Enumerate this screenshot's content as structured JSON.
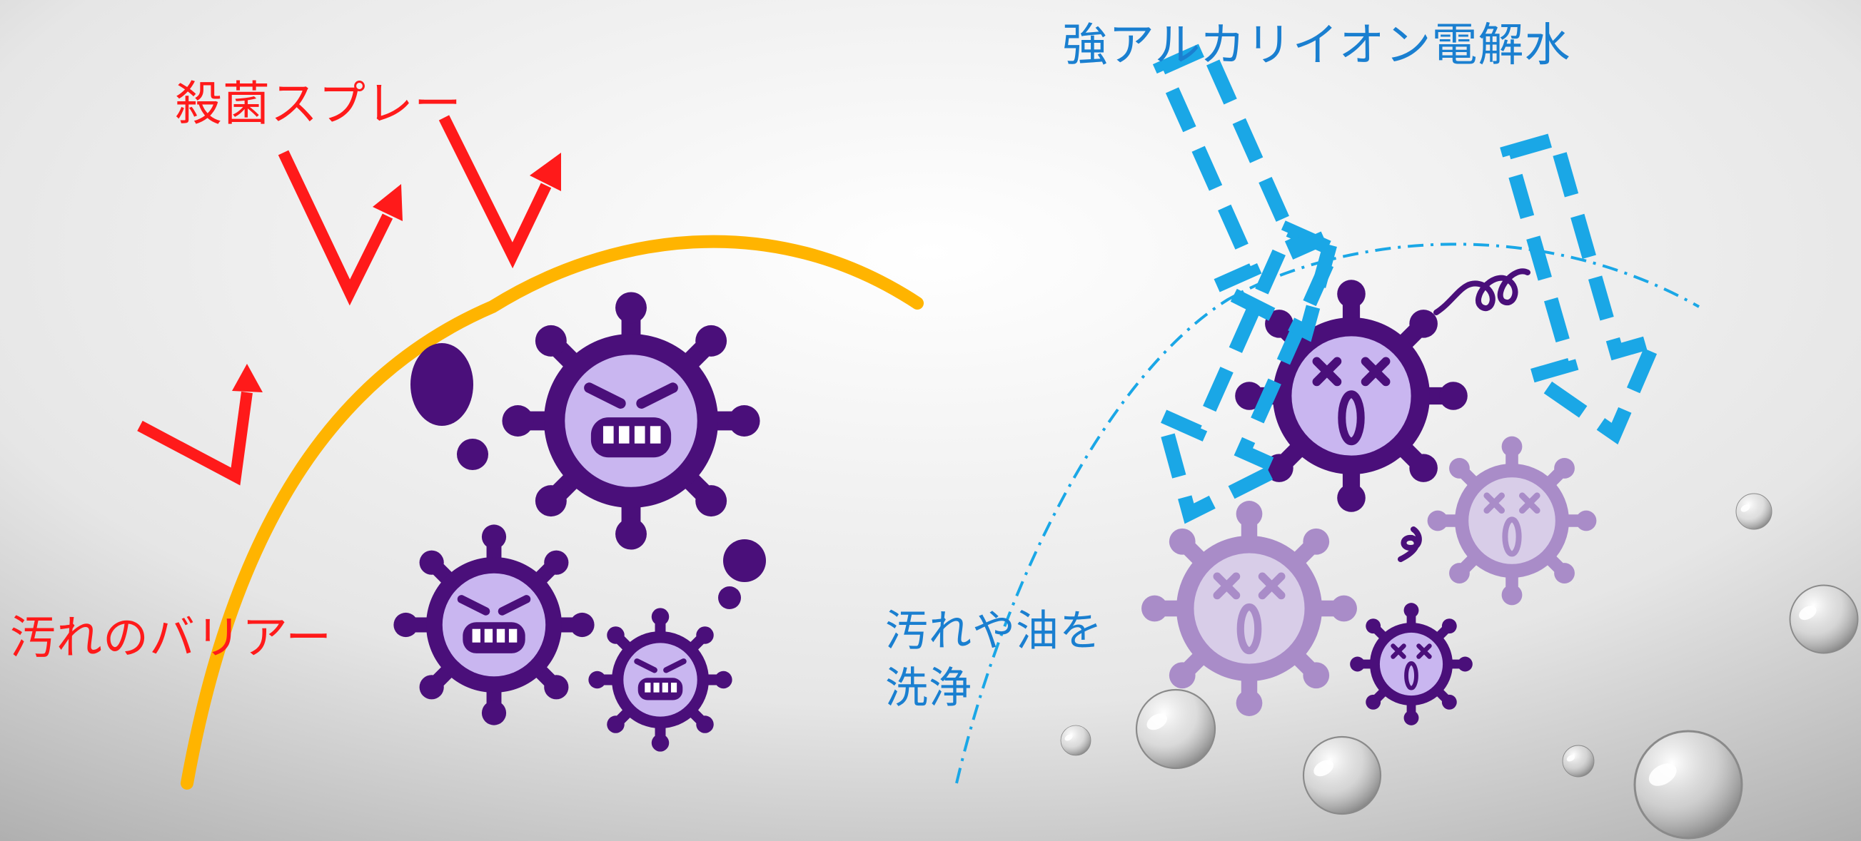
{
  "labels": {
    "spray": "殺菌スプレー",
    "barrier": "汚れのバリアー",
    "water": "強アルカリイオン電解水",
    "clean_line1": "汚れや油を",
    "clean_line2": "洗浄"
  },
  "colors": {
    "spray_red": "#ff1a1a",
    "barrier_orange": "#ffb400",
    "water_blue": "#1aa7e6",
    "label_blue": "#1a7fd0",
    "virus_dark": "#4a0f7a",
    "virus_light": "#c9b6f0",
    "virus_faded": "#a98cc8",
    "virus_faded_light": "#d8cde8",
    "background_light": "#ffffff",
    "background_dark": "#a8a8a8"
  },
  "icons": {
    "angry_virus": "angry-virus-icon",
    "dead_virus": "dead-virus-icon",
    "water_droplet": "water-droplet-icon",
    "arrow": "arrow-icon"
  }
}
